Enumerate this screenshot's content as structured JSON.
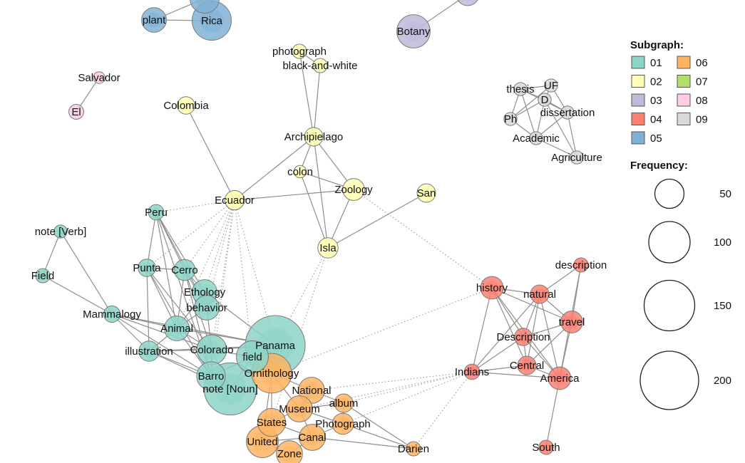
{
  "colors": {
    "01": "#8dd3c7",
    "02": "#ffffb3",
    "03": "#bebada",
    "04": "#fb8072",
    "05": "#80b1d3",
    "06": "#fdb462",
    "07": "#b3de69",
    "08": "#fccde5",
    "09": "#d9d9d9"
  },
  "legend": {
    "subgraph_title": "Subgraph:",
    "subgraph_items": [
      "01",
      "02",
      "03",
      "04",
      "05",
      "06",
      "07",
      "08",
      "09"
    ],
    "frequency_title": "Frequency:",
    "frequency_items": [
      50,
      100,
      150,
      200
    ]
  },
  "nodes": [
    {
      "id": "plant",
      "label": "plant",
      "group": "05",
      "freq": 36
    },
    {
      "id": "rica",
      "label": "Rica",
      "group": "05",
      "freq": 90
    },
    {
      "id": "costa",
      "label": "",
      "group": "05",
      "freq": 50
    },
    {
      "id": "botany",
      "label": "Botany",
      "group": "03",
      "freq": 65
    },
    {
      "id": "g03b",
      "label": "",
      "group": "03",
      "freq": 30
    },
    {
      "id": "salvador",
      "label": "Salvador",
      "group": "08",
      "freq": 8
    },
    {
      "id": "el",
      "label": "El",
      "group": "08",
      "freq": 13
    },
    {
      "id": "photograph",
      "label": "photograph",
      "group": "02",
      "freq": 12
    },
    {
      "id": "baw",
      "label": "black-and-white",
      "group": "02",
      "freq": 12
    },
    {
      "id": "colombia",
      "label": "Colombia",
      "group": "02",
      "freq": 18
    },
    {
      "id": "archipielago",
      "label": "Archipielago",
      "group": "02",
      "freq": 20
    },
    {
      "id": "colon",
      "label": "colon",
      "group": "02",
      "freq": 9
    },
    {
      "id": "zoology",
      "label": "Zoology",
      "group": "02",
      "freq": 28
    },
    {
      "id": "san",
      "label": "San",
      "group": "02",
      "freq": 20
    },
    {
      "id": "ecuador",
      "label": "Ecuador",
      "group": "02",
      "freq": 22
    },
    {
      "id": "isla",
      "label": "Isla",
      "group": "02",
      "freq": 24
    },
    {
      "id": "thesis",
      "label": "thesis",
      "group": "09",
      "freq": 10
    },
    {
      "id": "uf",
      "label": "UF",
      "group": "09",
      "freq": 10
    },
    {
      "id": "d",
      "label": "D",
      "group": "09",
      "freq": 10
    },
    {
      "id": "dissertation",
      "label": "dissertation",
      "group": "09",
      "freq": 10
    },
    {
      "id": "ph",
      "label": "Ph",
      "group": "09",
      "freq": 10
    },
    {
      "id": "academic",
      "label": "Academic",
      "group": "09",
      "freq": 10
    },
    {
      "id": "agriculture",
      "label": "Agriculture",
      "group": "09",
      "freq": 10
    },
    {
      "id": "peru",
      "label": "Peru",
      "group": "01",
      "freq": 14
    },
    {
      "id": "noteverb",
      "label": "note [Verb]",
      "group": "01",
      "freq": 10
    },
    {
      "id": "field1",
      "label": "Field",
      "group": "01",
      "freq": 12
    },
    {
      "id": "punta",
      "label": "Punta",
      "group": "01",
      "freq": 18
    },
    {
      "id": "cerro",
      "label": "Cerro",
      "group": "01",
      "freq": 26
    },
    {
      "id": "ethology",
      "label": "Ethology",
      "group": "01",
      "freq": 36
    },
    {
      "id": "behavior",
      "label": "behavior",
      "group": "01",
      "freq": 36
    },
    {
      "id": "mammalogy",
      "label": "Mammalogy",
      "group": "01",
      "freq": 16
    },
    {
      "id": "animal",
      "label": "Animal",
      "group": "01",
      "freq": 36
    },
    {
      "id": "illustration",
      "label": "illustration",
      "group": "01",
      "freq": 24
    },
    {
      "id": "colorado",
      "label": "Colorado",
      "group": "01",
      "freq": 52
    },
    {
      "id": "panama",
      "label": "Panama",
      "group": "01",
      "freq": 210
    },
    {
      "id": "field2",
      "label": "field",
      "group": "01",
      "freq": 60
    },
    {
      "id": "barro",
      "label": "Barro",
      "group": "01",
      "freq": 48
    },
    {
      "id": "notenoun",
      "label": "note [Noun]",
      "group": "01",
      "freq": 160
    },
    {
      "id": "ornithology",
      "label": "Ornithology",
      "group": "06",
      "freq": 92
    },
    {
      "id": "national",
      "label": "National",
      "group": "06",
      "freq": 40
    },
    {
      "id": "album",
      "label": "album",
      "group": "06",
      "freq": 20
    },
    {
      "id": "museum",
      "label": "Museum",
      "group": "06",
      "freq": 40
    },
    {
      "id": "photograph2",
      "label": "Photograph",
      "group": "06",
      "freq": 26
    },
    {
      "id": "states",
      "label": "States",
      "group": "06",
      "freq": 46
    },
    {
      "id": "canal",
      "label": "Canal",
      "group": "06",
      "freq": 40
    },
    {
      "id": "united",
      "label": "United",
      "group": "06",
      "freq": 60
    },
    {
      "id": "zone",
      "label": "Zone",
      "group": "06",
      "freq": 40
    },
    {
      "id": "darien",
      "label": "Darien",
      "group": "06",
      "freq": 12
    },
    {
      "id": "history",
      "label": "history",
      "group": "04",
      "freq": 30
    },
    {
      "id": "natural",
      "label": "natural",
      "group": "04",
      "freq": 20
    },
    {
      "id": "description",
      "label": "description",
      "group": "04",
      "freq": 12
    },
    {
      "id": "travel",
      "label": "travel",
      "group": "04",
      "freq": 28
    },
    {
      "id": "description2",
      "label": "Description",
      "group": "04",
      "freq": 18
    },
    {
      "id": "central",
      "label": "Central",
      "group": "04",
      "freq": 20
    },
    {
      "id": "indians",
      "label": "Indians",
      "group": "04",
      "freq": 14
    },
    {
      "id": "america",
      "label": "America",
      "group": "04",
      "freq": 30
    },
    {
      "id": "south",
      "label": "South",
      "group": "04",
      "freq": 12
    }
  ],
  "edges": [
    [
      "plant",
      "rica",
      "s"
    ],
    [
      "costa",
      "rica",
      "s"
    ],
    [
      "costa",
      "plant",
      "s"
    ],
    [
      "botany",
      "g03b",
      "s"
    ],
    [
      "salvador",
      "el",
      "s"
    ],
    [
      "photograph",
      "baw",
      "s"
    ],
    [
      "photograph",
      "archipielago",
      "s"
    ],
    [
      "baw",
      "archipielago",
      "s"
    ],
    [
      "colombia",
      "ecuador",
      "s"
    ],
    [
      "archipielago",
      "ecuador",
      "s"
    ],
    [
      "archipielago",
      "zoology",
      "s"
    ],
    [
      "archipielago",
      "isla",
      "s"
    ],
    [
      "archipielago",
      "colon",
      "s"
    ],
    [
      "colon",
      "zoology",
      "s"
    ],
    [
      "colon",
      "isla",
      "s"
    ],
    [
      "ecuador",
      "zoology",
      "s"
    ],
    [
      "zoology",
      "isla",
      "s"
    ],
    [
      "isla",
      "san",
      "s"
    ],
    [
      "thesis",
      "uf",
      "s"
    ],
    [
      "thesis",
      "d",
      "s"
    ],
    [
      "thesis",
      "ph",
      "s"
    ],
    [
      "thesis",
      "academic",
      "s"
    ],
    [
      "thesis",
      "dissertation",
      "s"
    ],
    [
      "uf",
      "d",
      "s"
    ],
    [
      "uf",
      "dissertation",
      "s"
    ],
    [
      "uf",
      "ph",
      "s"
    ],
    [
      "d",
      "dissertation",
      "s"
    ],
    [
      "d",
      "ph",
      "s"
    ],
    [
      "d",
      "academic",
      "s"
    ],
    [
      "ph",
      "academic",
      "s"
    ],
    [
      "dissertation",
      "academic",
      "s"
    ],
    [
      "academic",
      "agriculture",
      "s"
    ],
    [
      "dissertation",
      "agriculture",
      "s"
    ],
    [
      "d",
      "agriculture",
      "s"
    ],
    [
      "noteverb",
      "field1",
      "s"
    ],
    [
      "noteverb",
      "mammalogy",
      "s"
    ],
    [
      "field1",
      "mammalogy",
      "s"
    ],
    [
      "peru",
      "punta",
      "s"
    ],
    [
      "peru",
      "cerro",
      "s"
    ],
    [
      "peru",
      "ethology",
      "s"
    ],
    [
      "peru",
      "behavior",
      "s"
    ],
    [
      "peru",
      "animal",
      "s"
    ],
    [
      "peru",
      "barro",
      "s"
    ],
    [
      "punta",
      "cerro",
      "s"
    ],
    [
      "punta",
      "illustration",
      "s"
    ],
    [
      "punta",
      "animal",
      "s"
    ],
    [
      "punta",
      "colorado",
      "s"
    ],
    [
      "punta",
      "barro",
      "s"
    ],
    [
      "cerro",
      "ethology",
      "s"
    ],
    [
      "cerro",
      "behavior",
      "s"
    ],
    [
      "cerro",
      "animal",
      "s"
    ],
    [
      "cerro",
      "colorado",
      "s"
    ],
    [
      "cerro",
      "barro",
      "s"
    ],
    [
      "mammalogy",
      "animal",
      "s"
    ],
    [
      "mammalogy",
      "illustration",
      "s"
    ],
    [
      "mammalogy",
      "colorado",
      "s"
    ],
    [
      "mammalogy",
      "barro",
      "s"
    ],
    [
      "mammalogy",
      "panama",
      "s"
    ],
    [
      "ethology",
      "behavior",
      "s"
    ],
    [
      "ethology",
      "animal",
      "s"
    ],
    [
      "ethology",
      "panama",
      "s"
    ],
    [
      "behavior",
      "animal",
      "s"
    ],
    [
      "behavior",
      "colorado",
      "s"
    ],
    [
      "animal",
      "colorado",
      "s"
    ],
    [
      "animal",
      "illustration",
      "s"
    ],
    [
      "animal",
      "barro",
      "s"
    ],
    [
      "animal",
      "panama",
      "s"
    ],
    [
      "illustration",
      "colorado",
      "s"
    ],
    [
      "illustration",
      "barro",
      "s"
    ],
    [
      "illustration",
      "notenoun",
      "s"
    ],
    [
      "illustration",
      "panama",
      "s"
    ],
    [
      "colorado",
      "barro",
      "s"
    ],
    [
      "colorado",
      "panama",
      "s"
    ],
    [
      "colorado",
      "field2",
      "s"
    ],
    [
      "colorado",
      "notenoun",
      "s"
    ],
    [
      "panama",
      "field2",
      "s"
    ],
    [
      "panama",
      "barro",
      "s"
    ],
    [
      "panama",
      "notenoun",
      "s"
    ],
    [
      "panama",
      "ornithology",
      "s"
    ],
    [
      "field2",
      "barro",
      "s"
    ],
    [
      "field2",
      "notenoun",
      "s"
    ],
    [
      "barro",
      "notenoun",
      "s"
    ],
    [
      "ornithology",
      "national",
      "s"
    ],
    [
      "ornithology",
      "museum",
      "s"
    ],
    [
      "ornithology",
      "states",
      "s"
    ],
    [
      "ornithology",
      "united",
      "s"
    ],
    [
      "national",
      "museum",
      "s"
    ],
    [
      "national",
      "album",
      "s"
    ],
    [
      "album",
      "photograph2",
      "s"
    ],
    [
      "album",
      "museum",
      "s"
    ],
    [
      "album",
      "darien",
      "s"
    ],
    [
      "museum",
      "photograph2",
      "s"
    ],
    [
      "museum",
      "states",
      "s"
    ],
    [
      "museum",
      "canal",
      "s"
    ],
    [
      "photograph2",
      "canal",
      "s"
    ],
    [
      "photograph2",
      "darien",
      "s"
    ],
    [
      "states",
      "united",
      "s"
    ],
    [
      "states",
      "canal",
      "s"
    ],
    [
      "canal",
      "zone",
      "s"
    ],
    [
      "canal",
      "united",
      "s"
    ],
    [
      "united",
      "zone",
      "s"
    ],
    [
      "canal",
      "darien",
      "s"
    ],
    [
      "history",
      "natural",
      "s"
    ],
    [
      "history",
      "description2",
      "s"
    ],
    [
      "history",
      "central",
      "s"
    ],
    [
      "history",
      "america",
      "s"
    ],
    [
      "history",
      "indians",
      "s"
    ],
    [
      "history",
      "travel",
      "s"
    ],
    [
      "natural",
      "description",
      "s"
    ],
    [
      "natural",
      "travel",
      "s"
    ],
    [
      "natural",
      "description2",
      "s"
    ],
    [
      "natural",
      "central",
      "s"
    ],
    [
      "natural",
      "america",
      "s"
    ],
    [
      "natural",
      "indians",
      "s"
    ],
    [
      "description",
      "travel",
      "s"
    ],
    [
      "description",
      "america",
      "s"
    ],
    [
      "travel",
      "description2",
      "s"
    ],
    [
      "travel",
      "central",
      "s"
    ],
    [
      "travel",
      "america",
      "s"
    ],
    [
      "description2",
      "central",
      "s"
    ],
    [
      "description2",
      "indians",
      "s"
    ],
    [
      "description2",
      "america",
      "s"
    ],
    [
      "central",
      "indians",
      "s"
    ],
    [
      "central",
      "america",
      "s"
    ],
    [
      "indians",
      "america",
      "s"
    ],
    [
      "america",
      "south",
      "s"
    ],
    [
      "ecuador",
      "peru",
      "d"
    ],
    [
      "ecuador",
      "punta",
      "d"
    ],
    [
      "ecuador",
      "cerro",
      "d"
    ],
    [
      "ecuador",
      "ethology",
      "d"
    ],
    [
      "ecuador",
      "behavior",
      "d"
    ],
    [
      "ecuador",
      "animal",
      "d"
    ],
    [
      "ecuador",
      "colorado",
      "d"
    ],
    [
      "ecuador",
      "barro",
      "d"
    ],
    [
      "ecuador",
      "panama",
      "d"
    ],
    [
      "ecuador",
      "field2",
      "d"
    ],
    [
      "isla",
      "panama",
      "d"
    ],
    [
      "isla",
      "states",
      "d"
    ],
    [
      "zoology",
      "history",
      "d"
    ],
    [
      "indians",
      "national",
      "d"
    ],
    [
      "indians",
      "museum",
      "d"
    ],
    [
      "indians",
      "album",
      "d"
    ],
    [
      "indians",
      "photograph2",
      "d"
    ],
    [
      "indians",
      "darien",
      "d"
    ],
    [
      "history",
      "ornithology",
      "d"
    ]
  ]
}
